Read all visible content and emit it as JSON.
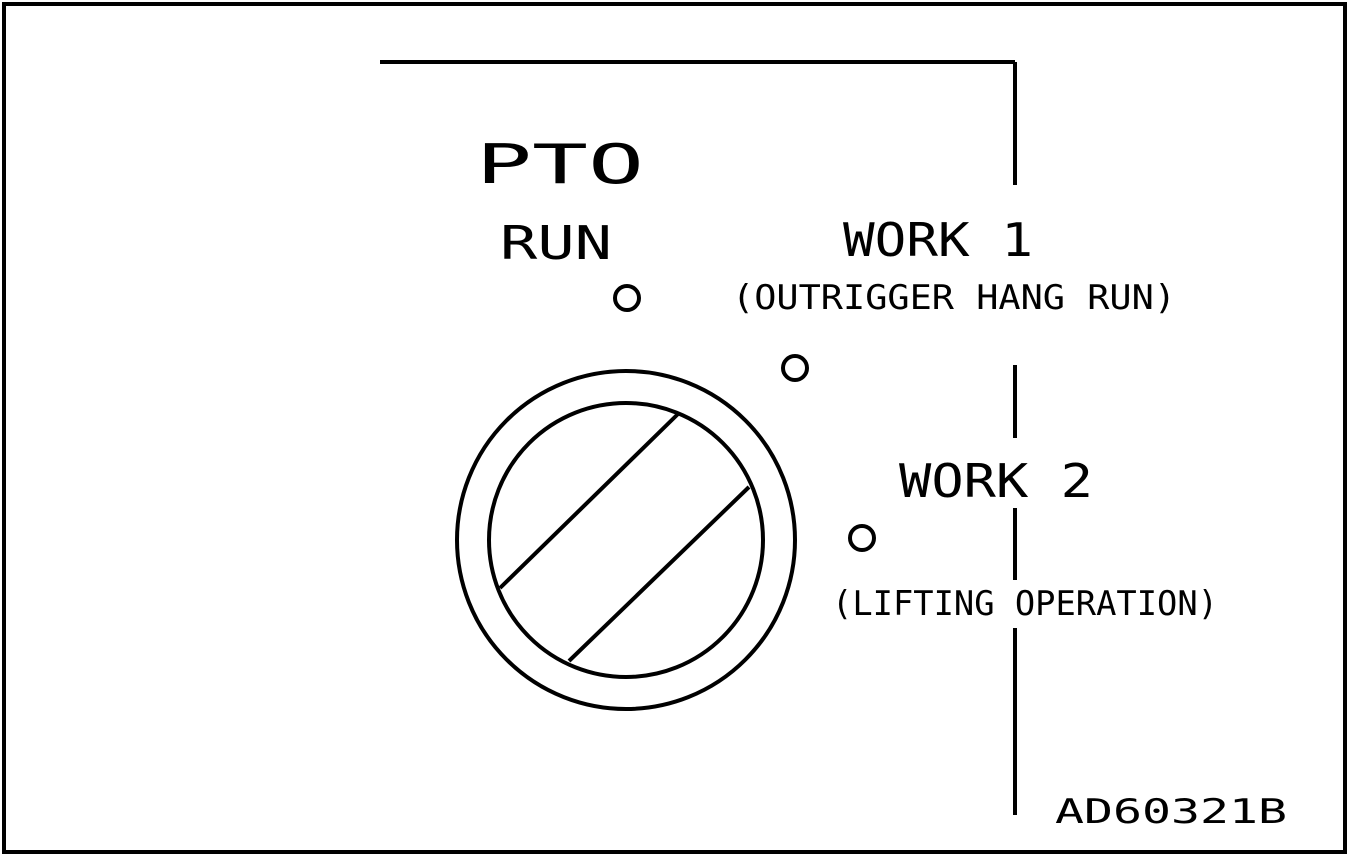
{
  "diagram": {
    "title": "PTO",
    "positions": [
      {
        "label": "RUN",
        "sublabel": ""
      },
      {
        "label": "WORK 1",
        "sublabel": "(OUTRIGGER HANG RUN)"
      },
      {
        "label": "WORK 2",
        "sublabel": "(LIFTING OPERATION)"
      }
    ],
    "figure_id": "AD60321B",
    "colors": {
      "ink": "#000000",
      "paper": "#ffffff"
    }
  }
}
